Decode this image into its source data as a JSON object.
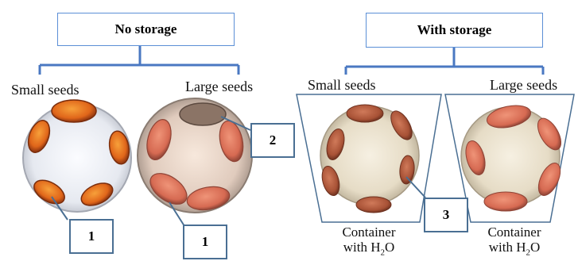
{
  "headers": {
    "no_storage": "No storage",
    "with_storage": "With storage"
  },
  "labels": {
    "small_left": "Small seeds",
    "large_left": "Large seeds",
    "small_right": "Small seeds",
    "large_right": "Large seeds"
  },
  "markers": {
    "m1a": "1",
    "m1b": "1",
    "m2": "2",
    "m3": "3"
  },
  "captions": {
    "container_line1": "Container",
    "container_line2_pre": "with H",
    "container_sub": "2",
    "container_line2_post": "O"
  },
  "colors": {
    "bracket": "#4a78c2",
    "small_seed_fill": "#e8731e",
    "large_seed_fill": "#e27860",
    "stored_seed_fill": "#b95a3e",
    "marker_border": "#4a6f93"
  }
}
